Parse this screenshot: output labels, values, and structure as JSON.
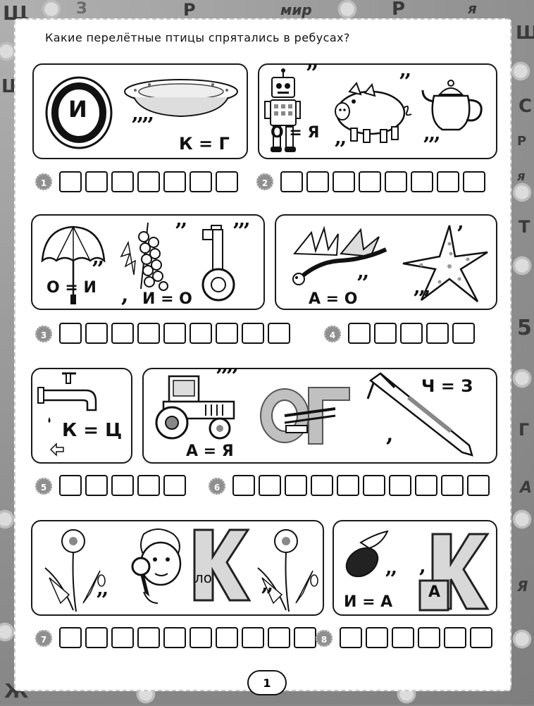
{
  "title": "Какие перелётные птицы спрятались в ребусах?",
  "page_number": "1",
  "border_letters": [
    "Щ",
    "З",
    "Р",
    "мир",
    "Р",
    "я",
    "Ш",
    "Щ",
    "С",
    "Р",
    "я",
    "Т",
    "5",
    "Г",
    "А",
    "Ж",
    "Я"
  ],
  "puzzles": [
    {
      "number": "1",
      "letter": "И",
      "rule": "К = Г",
      "commas": "’’’’",
      "cells": 7
    },
    {
      "number": "2",
      "rule": "О = Я",
      "commas_a": "’’",
      "commas_b": "’’",
      "commas_c": "’’",
      "commas_d": "’’’",
      "cells": 8
    },
    {
      "number": "3",
      "rule_a": "О = И",
      "rule_b": "И = О",
      "commas_a": "’’",
      "commas_b": "’’",
      "commas_c": "’’’",
      "comma_low": ",",
      "cells": 9
    },
    {
      "number": "4",
      "rule": "А = О",
      "commas_a": "’’",
      "commas_b": "’’’",
      "comma_top": "’",
      "cells": 5
    },
    {
      "number": "5",
      "rule": "К = Ц",
      "cells": 5
    },
    {
      "number": "6",
      "rule_a": "А = Я",
      "rule_b": "Ч = З",
      "commas": "’’’’",
      "comma_low": ",",
      "cells": 10
    },
    {
      "number": "7",
      "letter": "К",
      "prefix": "ло",
      "commas_a": "’’",
      "commas_b": "’’",
      "cells": 10
    },
    {
      "number": "8",
      "letter": "К",
      "small_letter": "А",
      "rule": "И = А",
      "commas": "’’",
      "comma_small": "’",
      "cells": 6
    }
  ]
}
